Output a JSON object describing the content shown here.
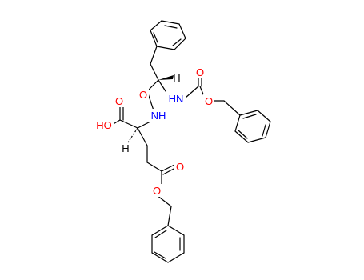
{
  "molecule": {
    "atom_labels": {
      "carboxyl_oxo": "O",
      "hydroxyl": "HO",
      "amide_nh": "NH",
      "amide_oxo": "O",
      "carbamate_nh": "HN",
      "carbamate_oxo": "O",
      "carbamate_ether_o": "O",
      "ester_oxo": "O",
      "ester_ether_o": "O",
      "stereo_h_upper": "H",
      "stereo_h_lower": "H"
    },
    "colors": {
      "bond": "#000000",
      "oxygen": "#ff0000",
      "nitrogen": "#0000ff",
      "hydrogen": "#000000"
    }
  }
}
